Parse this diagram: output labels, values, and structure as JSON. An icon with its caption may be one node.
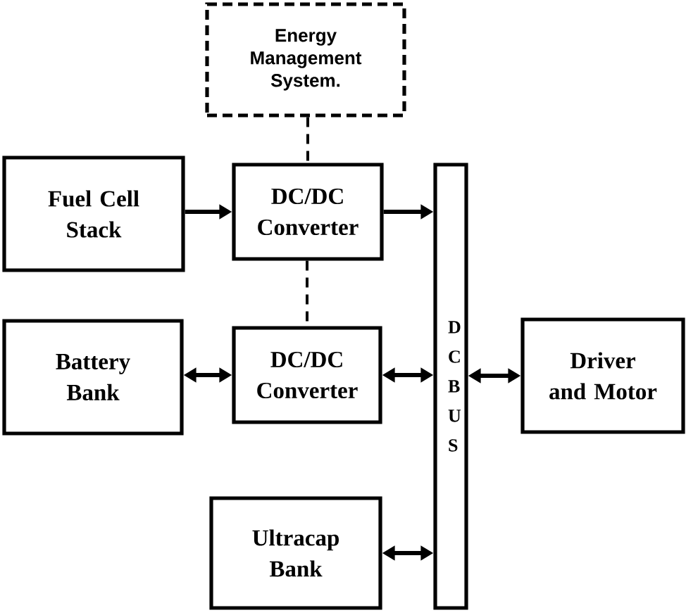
{
  "diagram": {
    "nodes": [
      {
        "text": [
          "Energy Management System."
        ]
      },
      {
        "text": [
          "Fuel Cell Stack"
        ]
      },
      {
        "text": [
          "DC/DC Converter"
        ]
      },
      {
        "text": [
          "D C B U S"
        ]
      },
      {
        "text": [
          "Battery Bank"
        ]
      },
      {
        "text": [
          "DC/DC Converter"
        ]
      },
      {
        "text": [
          "Driver and Motor"
        ]
      },
      {
        "text": [
          "Ultracap Bank"
        ]
      }
    ],
    "edges": [
      {
        "from": 0,
        "to": 2,
        "arrow": "none",
        "style": "dashed"
      },
      {
        "from": 1,
        "to": 2,
        "arrow": "to"
      },
      {
        "from": 2,
        "to": 3,
        "arrow": "to"
      },
      {
        "from": 2,
        "to": 5,
        "arrow": "none",
        "style": "dashed"
      },
      {
        "from": 4,
        "to": 5,
        "arrow": "both"
      },
      {
        "from": 5,
        "to": 3,
        "arrow": "both"
      },
      {
        "from": 3,
        "to": 6,
        "arrow": "both"
      },
      {
        "from": 7,
        "to": 3,
        "arrow": "both"
      }
    ]
  }
}
